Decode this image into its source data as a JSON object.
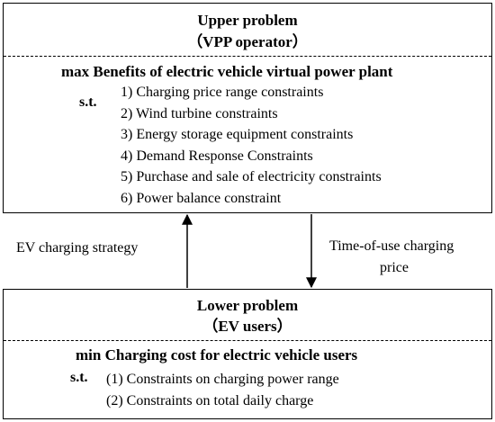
{
  "upper": {
    "title": "Upper problem",
    "subtitle": "（VPP operator）",
    "objective": "max  Benefits of electric vehicle virtual power plant",
    "st_label": "s.t.",
    "constraints": [
      "1) Charging price range constraints",
      "2) Wind turbine constraints",
      "3) Energy storage equipment constraints",
      "4) Demand Response Constraints",
      "5) Purchase and sale of electricity constraints",
      "6) Power balance constraint"
    ]
  },
  "lower": {
    "title": "Lower problem",
    "subtitle": "（EV users）",
    "objective": "min  Charging cost for electric vehicle users",
    "st_label": "s.t.",
    "constraints": [
      "(1) Constraints on charging power range",
      "(2) Constraints on total daily charge"
    ]
  },
  "arrows": {
    "up_label": "EV charging strategy",
    "down_label_line1": "Time-of-use charging",
    "down_label_line2": "price"
  }
}
